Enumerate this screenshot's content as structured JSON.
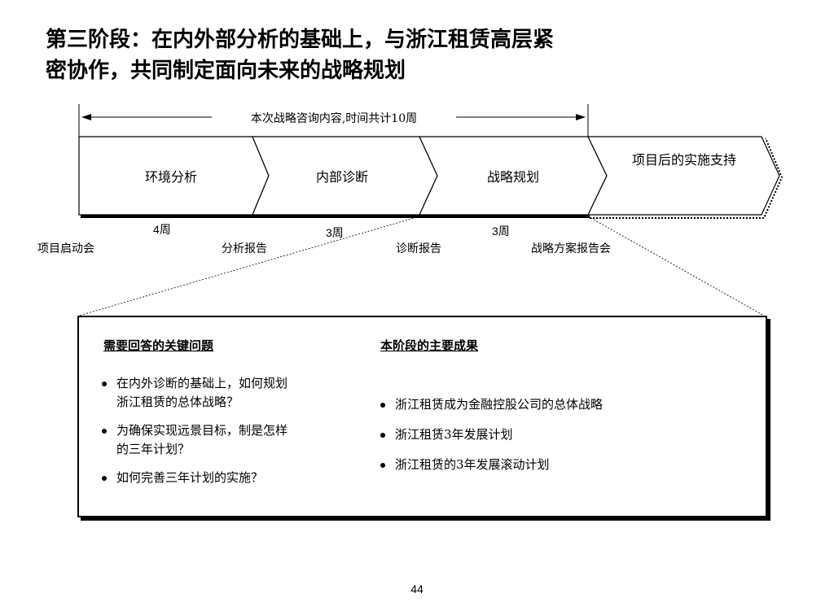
{
  "title": {
    "line1": "第三阶段：在内外部分析的基础上，与浙江租赁高层紧",
    "line2": "密协作，共同制定面向未来的战略规划"
  },
  "scope_label": "本次战略咨询内容,时间共计10周",
  "phases": [
    {
      "label": "环境分析"
    },
    {
      "label": "内部诊断"
    },
    {
      "label": "战略规划"
    },
    {
      "label": "项目后的实施支持"
    }
  ],
  "durations": [
    "4周",
    "3周",
    "3周"
  ],
  "milestones": [
    "项目启动会",
    "分析报告",
    "诊断报告",
    "战略方案报告会"
  ],
  "panel": {
    "left_title": "需要回答的关键问题",
    "left_items": [
      {
        "line1": "在内外诊断的基础上，如何规划",
        "line2": "浙江租赁的总体战略？"
      },
      {
        "line1": "为确保实现远景目标，制是怎样",
        "line2": "的三年计划？"
      },
      {
        "line1": "如何完善三年计划的实施？",
        "line2": ""
      }
    ],
    "right_title": "本阶段的主要成果",
    "right_items": [
      "浙江租赁成为金融控股公司的总体战略",
      "浙江租赁3年发展计划",
      "浙江租赁的3年发展滚动计划"
    ]
  },
  "page_number": "44"
}
